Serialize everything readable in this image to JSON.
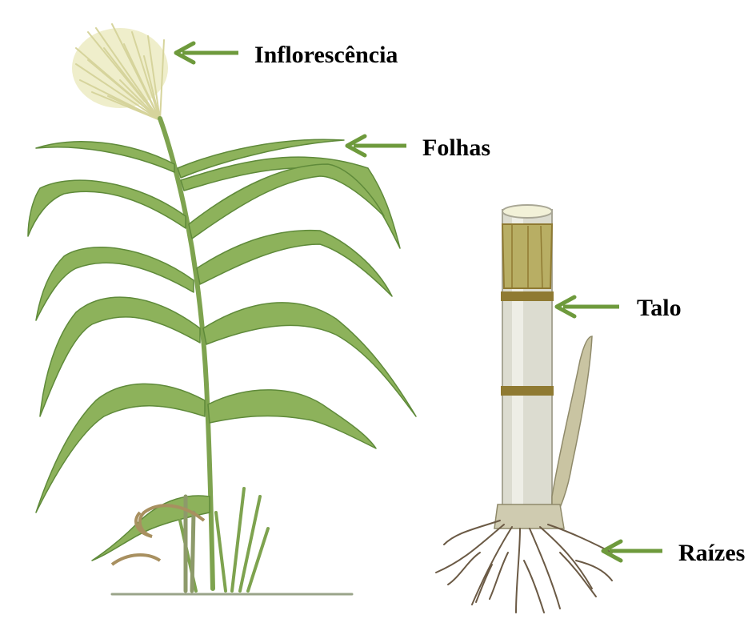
{
  "labels": {
    "inflorescence": "Inflorescência",
    "leaves": "Folhas",
    "stalk": "Talo",
    "roots": "Raízes"
  },
  "colors": {
    "arrow": "#6e9a3c",
    "leaf_dark": "#5f8a3a",
    "leaf_light": "#a9c67a",
    "stalk": "#dcdcd0",
    "node": "#8f7a32",
    "root": "#6b5a45",
    "tassel": "#e3e2b6"
  },
  "icons": {
    "arrow": "left-arrow-icon"
  }
}
